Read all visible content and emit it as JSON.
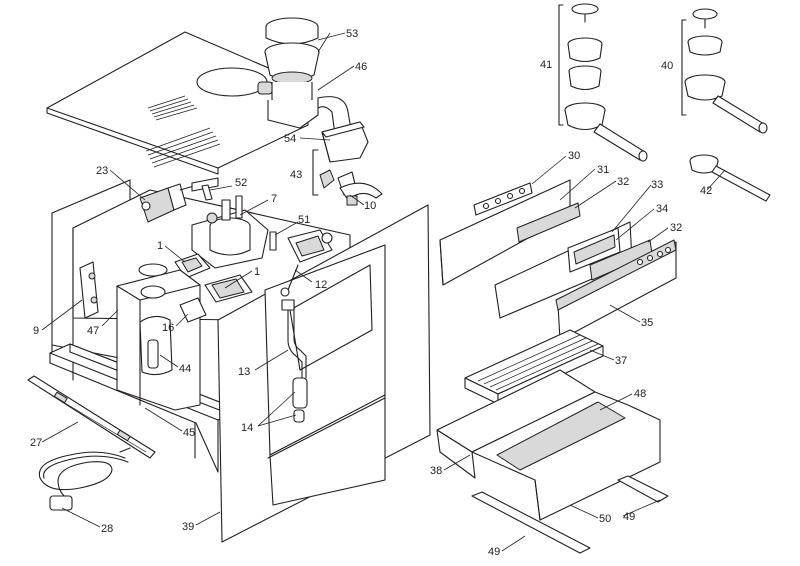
{
  "diagram": {
    "title": "",
    "callouts": [
      {
        "id": "c53",
        "label": "53"
      },
      {
        "id": "c46",
        "label": "46"
      },
      {
        "id": "c54",
        "label": "54"
      },
      {
        "id": "c43",
        "label": "43"
      },
      {
        "id": "c10",
        "label": "10"
      },
      {
        "id": "c23",
        "label": "23"
      },
      {
        "id": "c52",
        "label": "52"
      },
      {
        "id": "c7",
        "label": "7"
      },
      {
        "id": "c51",
        "label": "51"
      },
      {
        "id": "c1a",
        "label": "1"
      },
      {
        "id": "c1b",
        "label": "1"
      },
      {
        "id": "c12",
        "label": "12"
      },
      {
        "id": "c9",
        "label": "9"
      },
      {
        "id": "c47",
        "label": "47"
      },
      {
        "id": "c16",
        "label": "16"
      },
      {
        "id": "c44",
        "label": "44"
      },
      {
        "id": "c13",
        "label": "13"
      },
      {
        "id": "c14",
        "label": "14"
      },
      {
        "id": "c45",
        "label": "45"
      },
      {
        "id": "c27",
        "label": "27"
      },
      {
        "id": "c28",
        "label": "28"
      },
      {
        "id": "c39",
        "label": "39"
      },
      {
        "id": "c41",
        "label": "41"
      },
      {
        "id": "c40",
        "label": "40"
      },
      {
        "id": "c42",
        "label": "42"
      },
      {
        "id": "c30",
        "label": "30"
      },
      {
        "id": "c31",
        "label": "31"
      },
      {
        "id": "c32a",
        "label": "32"
      },
      {
        "id": "c33",
        "label": "33"
      },
      {
        "id": "c34",
        "label": "34"
      },
      {
        "id": "c32b",
        "label": "32"
      },
      {
        "id": "c35",
        "label": "35"
      },
      {
        "id": "c37",
        "label": "37"
      },
      {
        "id": "c48",
        "label": "48"
      },
      {
        "id": "c38",
        "label": "38"
      },
      {
        "id": "c50",
        "label": "50"
      },
      {
        "id": "c49a",
        "label": "49"
      },
      {
        "id": "c49b",
        "label": "49"
      }
    ]
  }
}
